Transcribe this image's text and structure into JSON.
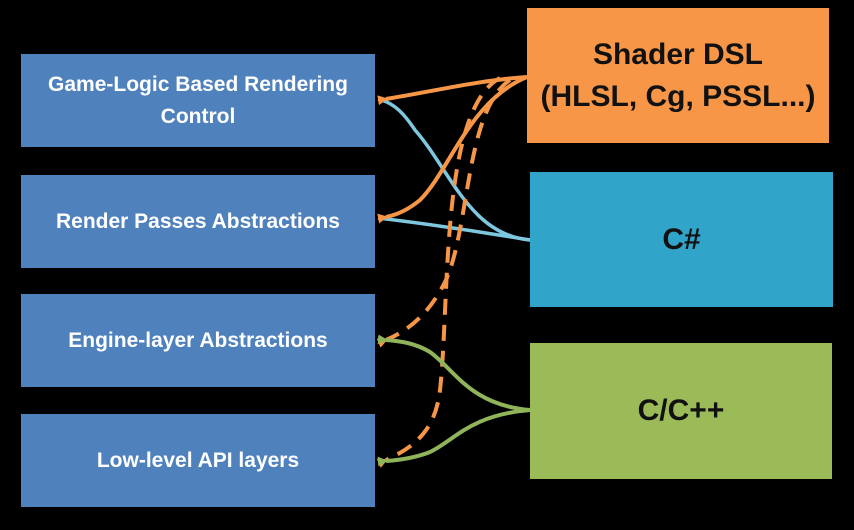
{
  "left_boxes": [
    {
      "label": "Game-Logic Based Rendering\nControl"
    },
    {
      "label": "Render Passes Abstractions"
    },
    {
      "label": "Engine-layer Abstractions"
    },
    {
      "label": "Low-level API layers"
    }
  ],
  "right_boxes": [
    {
      "label": "Shader DSL\n(HLSL, Cg, PSSL...)"
    },
    {
      "label": "C#"
    },
    {
      "label": "C/C++"
    }
  ],
  "colors": {
    "left_box": "#4f81bd",
    "shader_dsl": "#f79646",
    "csharp": "#31a4c9",
    "cpp": "#9bbb59",
    "orange_arrow": "#f79646",
    "blue_arrow": "#7ec8df",
    "green_arrow": "#8fb45a"
  }
}
